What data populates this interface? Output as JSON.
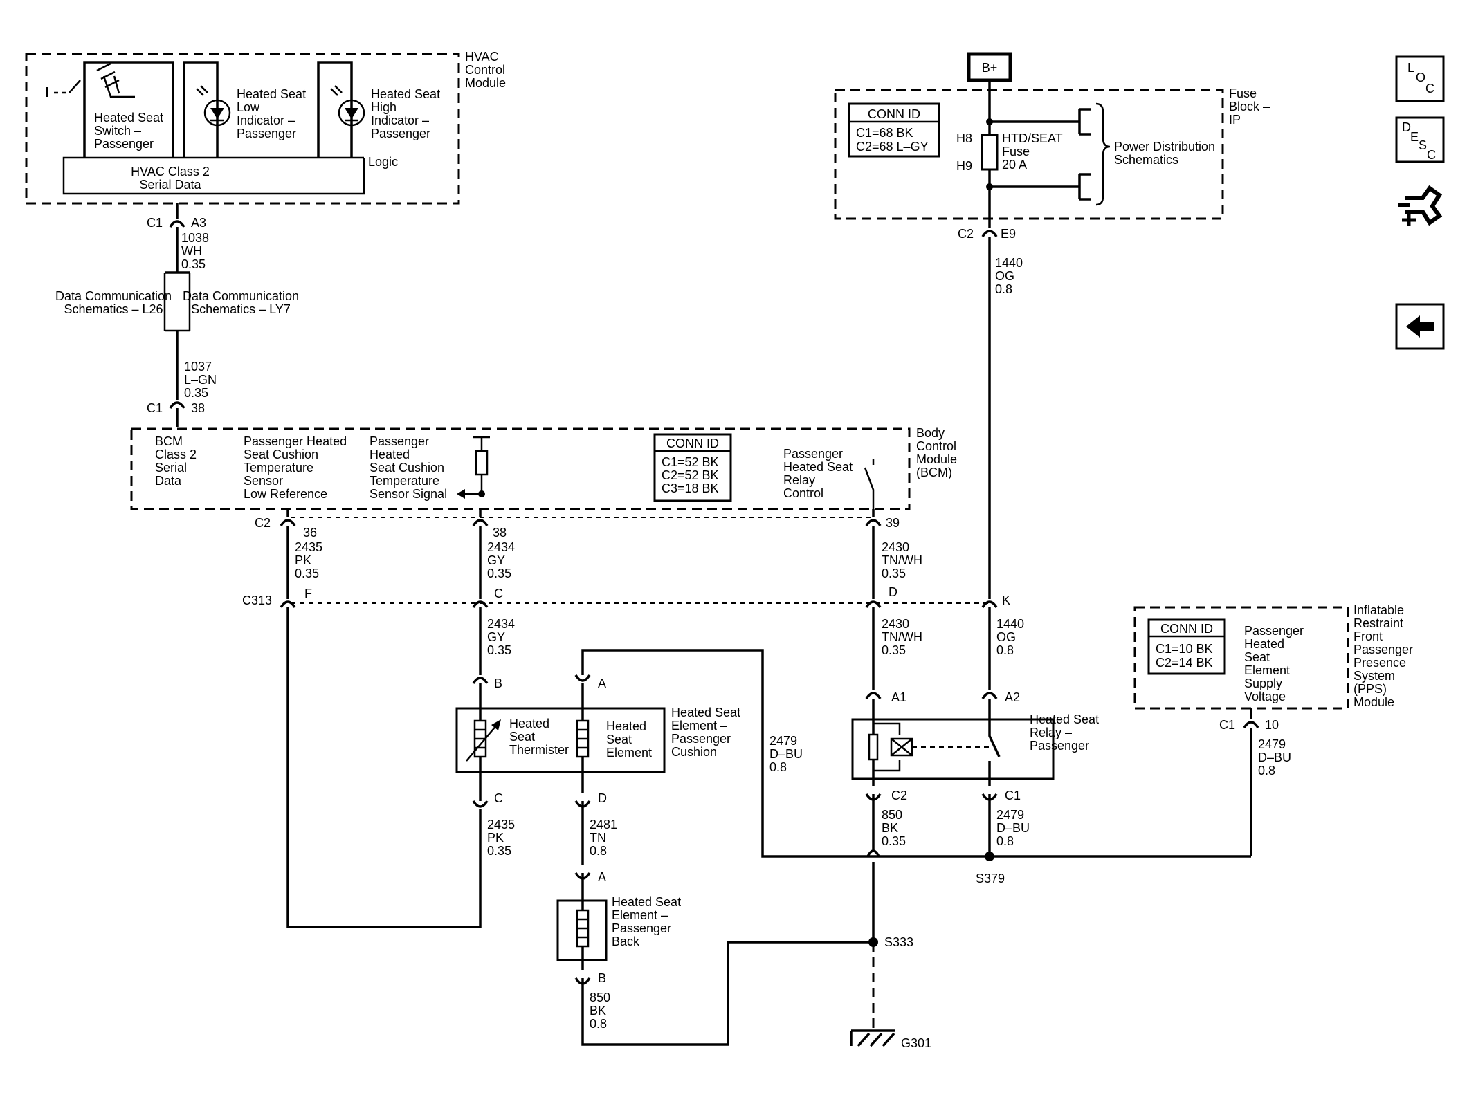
{
  "modules": {
    "hvac": {
      "label": [
        "HVAC",
        "Control",
        "Module"
      ],
      "switch": [
        "Heated Seat",
        "Switch –",
        "Passenger"
      ],
      "low": [
        "Heated Seat",
        "Low",
        "Indicator –",
        "Passenger"
      ],
      "high": [
        "Heated Seat",
        "High",
        "Indicator –",
        "Passenger"
      ],
      "serial": [
        "HVAC Class 2",
        "Serial Data"
      ],
      "logic": "Logic"
    },
    "fuse_block": {
      "label": [
        "Fuse",
        "Block –",
        "IP"
      ],
      "conn_title": "CONN ID",
      "conn": [
        "C1=68 BK",
        "C2=68 L–GY"
      ],
      "fuse": [
        "HTD/SEAT",
        "Fuse",
        "20 A"
      ],
      "h8": "H8",
      "h9": "H9",
      "power": [
        "Power Distribution",
        "Schematics"
      ],
      "battery": "B+"
    },
    "bcm": {
      "label": [
        "Body",
        "Control",
        "Module",
        "(BCM)"
      ],
      "serial": [
        "BCM",
        "Class 2",
        "Serial",
        "Data"
      ],
      "low_ref": [
        "Passenger Heated",
        "Seat Cushion",
        "Temperature",
        "Sensor",
        "Low Reference"
      ],
      "signal": [
        "Passenger",
        "Heated",
        "Seat Cushion",
        "Temperature",
        "Sensor Signal"
      ],
      "conn_title": "CONN ID",
      "conn": [
        "C1=52 BK",
        "C2=52 BK",
        "C3=18 BK"
      ],
      "relay": [
        "Passenger",
        "Heated Seat",
        "Relay",
        "Control"
      ]
    },
    "pps": {
      "label": [
        "Inflatable",
        "Restraint",
        "Front",
        "Passenger",
        "Presence",
        "System",
        "(PPS)",
        "Module"
      ],
      "conn_title": "CONN ID",
      "conn": [
        "C1=10 BK",
        "C2=14 BK"
      ],
      "supply": [
        "Passenger",
        "Heated",
        "Seat",
        "Element",
        "Supply",
        "Voltage"
      ]
    }
  },
  "components": {
    "cushion": [
      "Heated Seat",
      "Element –",
      "Passenger",
      "Cushion"
    ],
    "thermistor": [
      "Heated",
      "Seat",
      "Thermister"
    ],
    "element": [
      "Heated",
      "Seat",
      "Element"
    ],
    "relay": [
      "Heated Seat",
      "Relay –",
      "Passenger"
    ],
    "back": [
      "Heated Seat",
      "Element –",
      "Passenger",
      "Back"
    ]
  },
  "data_comm": {
    "left": [
      "Data Communication",
      "Schematics – L26"
    ],
    "right": [
      "Data Communication",
      "Schematics – LY7"
    ]
  },
  "connectors": {
    "hvac_c1": "C1",
    "hvac_a3": "A3",
    "bcm_c1": "C1",
    "bcm_38": "38",
    "fuse_c2": "C2",
    "fuse_e9": "E9",
    "bcm_c2": "C2",
    "p36": "36",
    "p38": "38",
    "p39": "39",
    "c313": "C313",
    "pf": "F",
    "pc": "C",
    "pd": "D",
    "pk": "K",
    "cush_b": "B",
    "cush_a": "A",
    "cush_c": "C",
    "cush_d": "D",
    "relay_a1": "A1",
    "relay_a2": "A2",
    "relay_c2": "C2",
    "relay_c1": "C1",
    "back_a": "A",
    "back_b": "B",
    "pps_c1": "C1",
    "pps_10": "10"
  },
  "wires": {
    "w1038": [
      "1038",
      "WH",
      "0.35"
    ],
    "w1037": [
      "1037",
      "L–GN",
      "0.35"
    ],
    "w1440a": [
      "1440",
      "OG",
      "0.8"
    ],
    "w2435a": [
      "2435",
      "PK",
      "0.35"
    ],
    "w2434a": [
      "2434",
      "GY",
      "0.35"
    ],
    "w2430a": [
      "2430",
      "TN/WH",
      "0.35"
    ],
    "w2434b": [
      "2434",
      "GY",
      "0.35"
    ],
    "w2430b": [
      "2430",
      "TN/WH",
      "0.35"
    ],
    "w1440b": [
      "1440",
      "OG",
      "0.8"
    ],
    "w2479a": [
      "2479",
      "D–BU",
      "0.8"
    ],
    "w2435b": [
      "2435",
      "PK",
      "0.35"
    ],
    "w2481": [
      "2481",
      "TN",
      "0.8"
    ],
    "w850a": [
      "850",
      "BK",
      "0.35"
    ],
    "w2479b": [
      "2479",
      "D–BU",
      "0.8"
    ],
    "w850b": [
      "850",
      "BK",
      "0.8"
    ],
    "w2479c": [
      "2479",
      "D–BU",
      "0.8"
    ]
  },
  "splices": {
    "s379": "S379",
    "s333": "S333",
    "g301": "G301"
  },
  "nav": {
    "loc": [
      "L",
      "O",
      "C"
    ],
    "desc": [
      "D",
      "E",
      "S",
      "C"
    ],
    "back_icon": "back-arrow-icon",
    "tool_icon": "connector-tool-icon"
  }
}
